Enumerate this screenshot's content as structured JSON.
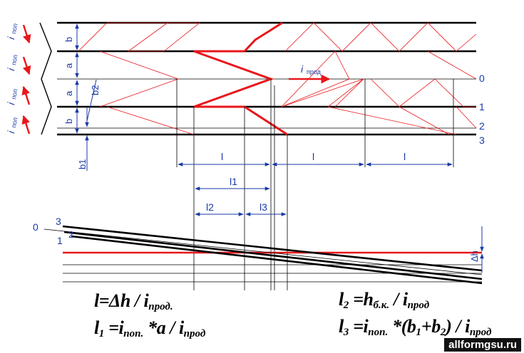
{
  "labels": {
    "i_pop": "i",
    "i_pop_sub": "поп",
    "i_prod": "i",
    "i_prod_sub": "прод",
    "b": "b",
    "a": "a",
    "b1": "b1",
    "b2": "b2",
    "line0": "0",
    "line1": "1",
    "line2": "2",
    "line3": "3",
    "l": "l",
    "l1": "l1",
    "l2": "l2",
    "l3": "l3",
    "profile0": "0",
    "profile1": "1",
    "profile2": "2",
    "profile3": "3",
    "dh": "Δh"
  },
  "formulas": {
    "f1": {
      "lhs": "l",
      "lhs_sub": "",
      "rhs": "=Δh / i",
      "rhs_sub": "прод."
    },
    "f2": {
      "lhs": "l",
      "lhs_sub": "1",
      "rhs1": " =i",
      "rhs1_sub": "поп.",
      "rhs2": " *a / i",
      "rhs2_sub": "прод"
    },
    "f3": {
      "lhs": "l",
      "lhs_sub": "2",
      "rhs1": " =h",
      "rhs1_sub": "б.к.",
      "rhs2": " / i",
      "rhs2_sub": "прод"
    },
    "f4": {
      "lhs": "l",
      "lhs_sub": "3",
      "rhs1": " =i",
      "rhs1_sub": "поп.",
      "rhs2": " *(b",
      "rhs2_sub": "1",
      "rhs3": "+b",
      "rhs3_sub": "2",
      "rhs4": ") / i",
      "rhs4_sub": "прод"
    }
  },
  "watermark": "allformgsu.ru",
  "colors": {
    "line": "#000000",
    "accent": "#e8161b",
    "dim": "#1a3aa8"
  }
}
